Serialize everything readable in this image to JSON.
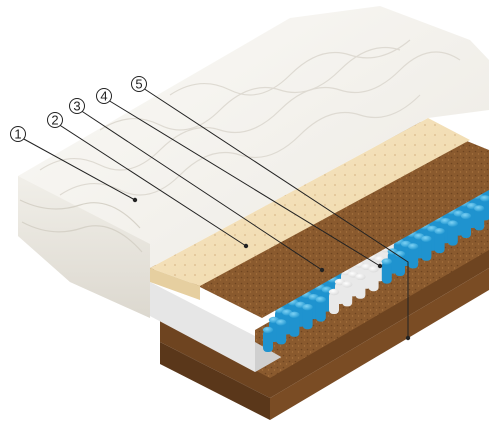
{
  "callouts": [
    {
      "number": "1"
    },
    {
      "number": "2"
    },
    {
      "number": "3"
    },
    {
      "number": "4"
    },
    {
      "number": "5"
    }
  ],
  "colors": {
    "cover": "#f3f1ec",
    "latex": "#f0dcb4",
    "coconut": "#8a5a2e",
    "spring_blue": "#2aa8e0",
    "spring_white": "#f2f2f2",
    "foam_edge": "#e8e8e8"
  }
}
